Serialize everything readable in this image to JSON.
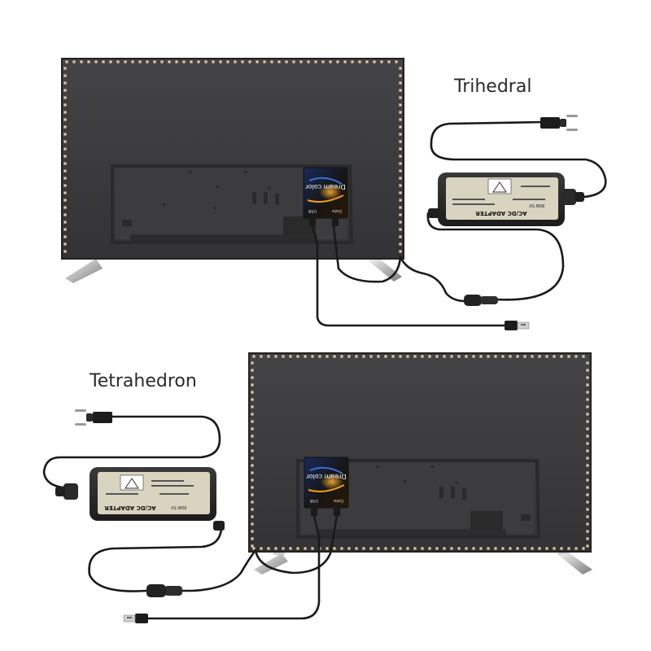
{
  "labels": {
    "top_setup": "Trihedral",
    "bottom_setup": "Tetrahedron"
  },
  "controller": {
    "brand_text": "Dream color",
    "port_left": "USB",
    "port_right": "Data"
  },
  "adapter": {
    "title": "AC/DC ADAPTER",
    "rating": "30W 5V"
  },
  "colors": {
    "tv_back": "#3a3a3c",
    "tv_frame": "#2a2a2c",
    "led_warm": "#e8c9a0",
    "cable": "#1a1a1a",
    "adapter_body": "#2b2b2b",
    "adapter_label": "#d9d4c0",
    "controller_accent": "#f0a020"
  },
  "icons": [
    "eu-plug-icon",
    "usb-plug-icon",
    "dc-connector-icon"
  ]
}
